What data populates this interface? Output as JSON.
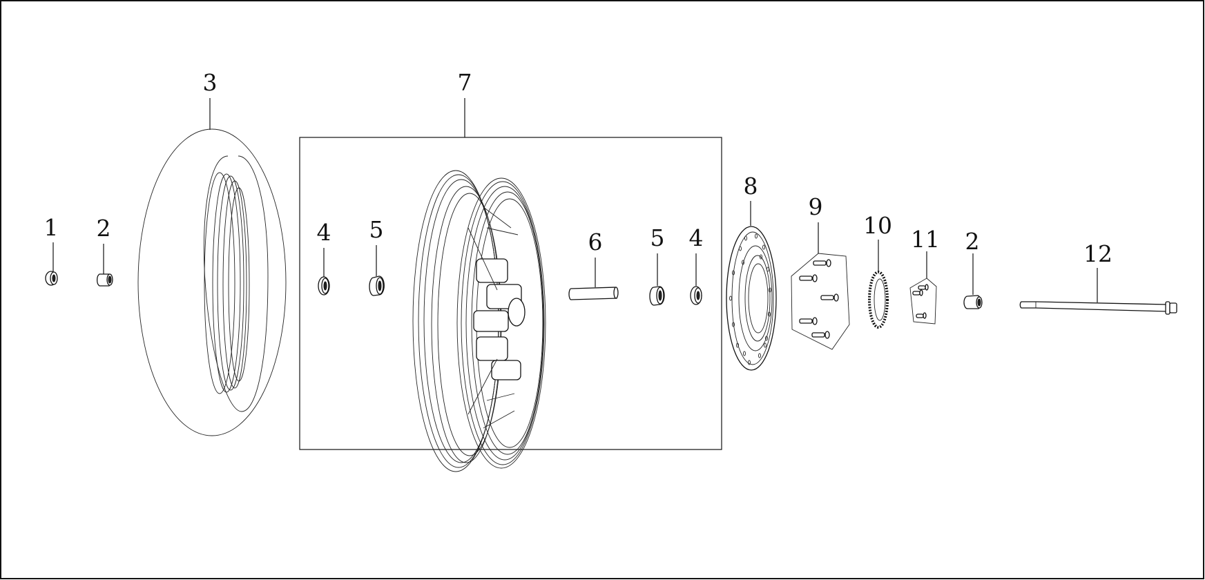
{
  "diagram": {
    "type": "exploded-parts-diagram",
    "subject": "front wheel assembly",
    "frame_color": "#111111",
    "background": "#ffffff",
    "callouts": [
      {
        "id": "1",
        "label": "1",
        "part": "nut"
      },
      {
        "id": "2a",
        "label": "2",
        "part": "collar (left)"
      },
      {
        "id": "3",
        "label": "3",
        "part": "tire"
      },
      {
        "id": "4a",
        "label": "4",
        "part": "oil seal (left)"
      },
      {
        "id": "5a",
        "label": "5",
        "part": "bearing (left)"
      },
      {
        "id": "7",
        "label": "7",
        "part": "wheel rim assembly (boxed group)"
      },
      {
        "id": "6",
        "label": "6",
        "part": "distance collar"
      },
      {
        "id": "5b",
        "label": "5",
        "part": "bearing (right)"
      },
      {
        "id": "4b",
        "label": "4",
        "part": "oil seal (right)"
      },
      {
        "id": "8",
        "label": "8",
        "part": "brake disc"
      },
      {
        "id": "9",
        "label": "9",
        "part": "disc bolts (5)"
      },
      {
        "id": "10",
        "label": "10",
        "part": "speed sensor ring"
      },
      {
        "id": "11",
        "label": "11",
        "part": "ring bolts (3)"
      },
      {
        "id": "2b",
        "label": "2",
        "part": "collar (right)"
      },
      {
        "id": "12",
        "label": "12",
        "part": "axle"
      }
    ]
  }
}
